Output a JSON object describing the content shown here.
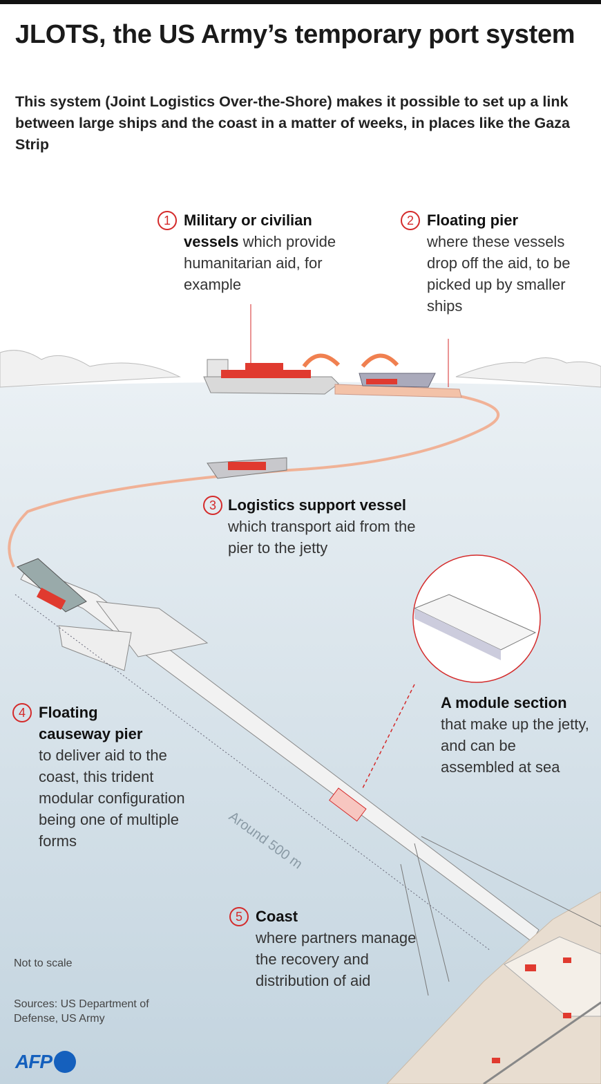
{
  "title": "JLOTS, the US Army’s temporary port system",
  "subtitle": "This system (Joint Logistics Over-the-Shore) makes it possible to set up a link between large ships and the coast in a matter of weeks, in places like the Gaza Strip",
  "labels": [
    {
      "num": "1",
      "bold": "Military or civilian vessels",
      "text": " which provide humanitarian aid, for example"
    },
    {
      "num": "2",
      "bold": "Floating pier",
      "text": "where these vessels drop off  the aid, to be picked up by smaller ships"
    },
    {
      "num": "3",
      "bold": "Logistics support vessel",
      "text": "which transport aid from the pier to the jetty"
    },
    {
      "num": "4",
      "bold": "Floating causeway pier",
      "text": "to deliver aid to the coast, this trident modular configuration being one of multiple forms"
    },
    {
      "num": "5",
      "bold": "Coast",
      "text": "where partners manage the recovery and distribution of aid"
    }
  ],
  "module": {
    "bold": "A module section",
    "text": "that make up the jetty, and can be assembled at sea"
  },
  "distance": "Around 500 m",
  "not_to_scale": "Not to scale",
  "sources": "Sources: US Department of Defense, US Army",
  "logo": "AFP",
  "colors": {
    "accent": "#d42a2a",
    "route": "#f2a27f",
    "sea_top": "#e9eff3",
    "sea_bottom": "#c3d4df",
    "sand": "#e8ddd0",
    "afp": "#1560bd"
  }
}
